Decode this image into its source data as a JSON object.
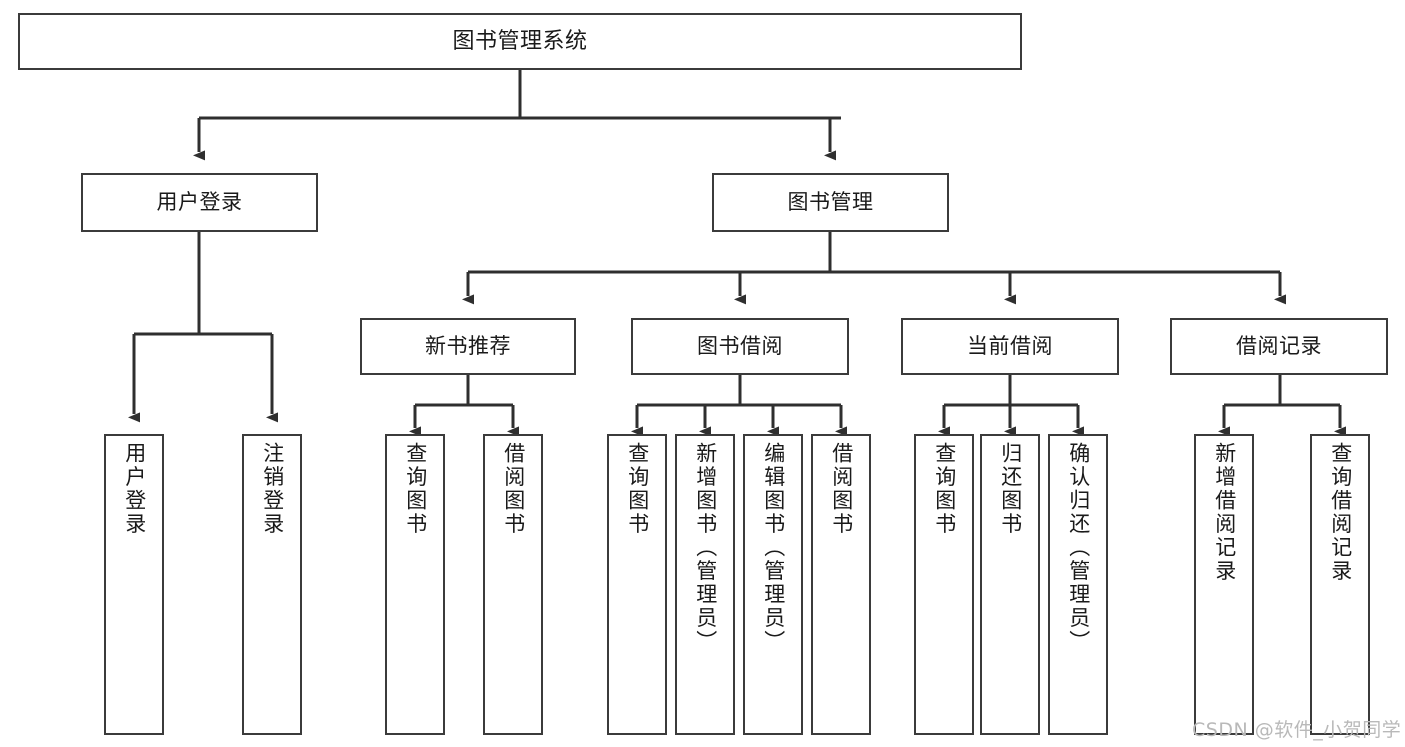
{
  "diagram": {
    "title": "图书管理系统",
    "type": "tree",
    "watermark": "CSDN @软件_小贺同学",
    "colors": {
      "box_stroke": "#3b3b3b",
      "box_fill": "#ffffff",
      "connector": "#2f2f2f",
      "text": "#1a1a1a",
      "watermark": "#b9b9b9",
      "background": "#ffffff"
    },
    "nodes": {
      "root": {
        "label": "图书管理系统"
      },
      "level1": [
        {
          "id": "user-login",
          "label": "用户登录"
        },
        {
          "id": "book-manage",
          "label": "图书管理"
        }
      ],
      "level2": [
        {
          "id": "new-book-recommend",
          "label": "新书推荐"
        },
        {
          "id": "book-borrow",
          "label": "图书借阅"
        },
        {
          "id": "current-borrow",
          "label": "当前借阅"
        },
        {
          "id": "borrow-record",
          "label": "借阅记录"
        }
      ],
      "leaves": {
        "user-login": [
          {
            "id": "leaf-user-login",
            "label": "用户登录"
          },
          {
            "id": "leaf-logout",
            "label": "注销登录"
          }
        ],
        "new-book-recommend": [
          {
            "id": "leaf-query-book-1",
            "label": "查询图书"
          },
          {
            "id": "leaf-borrow-book-1",
            "label": "借阅图书"
          }
        ],
        "book-borrow": [
          {
            "id": "leaf-query-book-2",
            "label": "查询图书"
          },
          {
            "id": "leaf-add-book",
            "label": "新增图书（管理员）"
          },
          {
            "id": "leaf-edit-book",
            "label": "编辑图书（管理员）"
          },
          {
            "id": "leaf-borrow-book-2",
            "label": "借阅图书"
          }
        ],
        "current-borrow": [
          {
            "id": "leaf-query-book-3",
            "label": "查询图书"
          },
          {
            "id": "leaf-return-book",
            "label": "归还图书"
          },
          {
            "id": "leaf-confirm-return",
            "label": "确认归还（管理员）"
          }
        ],
        "borrow-record": [
          {
            "id": "leaf-add-record",
            "label": "新增借阅记录"
          },
          {
            "id": "leaf-query-record",
            "label": "查询借阅记录"
          }
        ]
      }
    }
  }
}
